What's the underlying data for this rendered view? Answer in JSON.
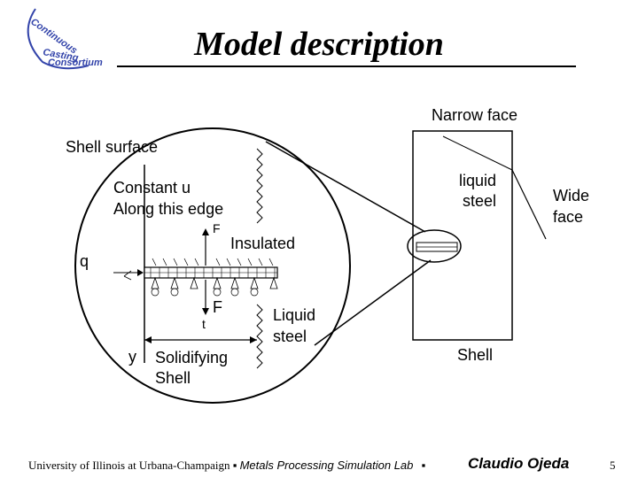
{
  "slide": {
    "title": "Model description",
    "page_number": "5"
  },
  "logo": {
    "line1": "Continuous",
    "line2": "Casting",
    "line3": "Consortium",
    "color": "#3344aa"
  },
  "labels": {
    "narrow_face": "Narrow face",
    "shell_surface": "Shell surface",
    "constant_u_1": "Constant u",
    "constant_u_2": "Along this edge",
    "liquid_steel_top_1": "liquid",
    "liquid_steel_top_2": "steel",
    "wide_face_1": "Wide",
    "wide_face_2": "face",
    "force_top": "F",
    "insulated": "Insulated",
    "q": "q",
    "force_bottom": "F",
    "liquid_steel_1": "Liquid",
    "liquid_steel_2": "steel",
    "t": "t",
    "y": "y",
    "solidifying_1": "Solidifying",
    "solidifying_2": "Shell",
    "shell": "Shell"
  },
  "footer": {
    "university": "University of Illinois at Urbana-Champaign",
    "separator": "▪",
    "lab": "Metals Processing Simulation Lab",
    "author": "Claudio Ojeda"
  }
}
